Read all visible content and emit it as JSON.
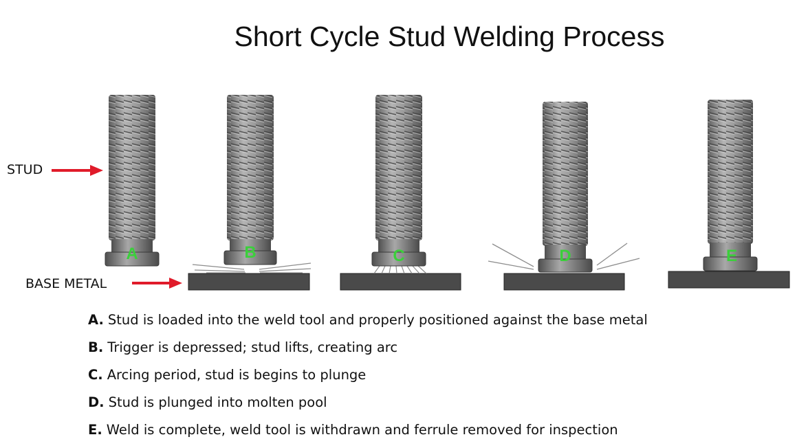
{
  "title": "Short Cycle Stud Welding Process",
  "labels": {
    "stud": "STUD",
    "base_metal": "BASE METAL"
  },
  "colors": {
    "arrow": "#e01b2a",
    "letter": "#3bcf3b",
    "stud": "#8a8a8a",
    "plate": "#4a4a4a"
  },
  "stages": [
    {
      "letter": "A",
      "state": "positioned"
    },
    {
      "letter": "B",
      "state": "lifted, arc"
    },
    {
      "letter": "C",
      "state": "arcing, plunging"
    },
    {
      "letter": "D",
      "state": "plunged"
    },
    {
      "letter": "E",
      "state": "complete"
    }
  ],
  "steps": [
    {
      "letter": "A.",
      "text": "Stud is loaded into the weld tool and properly positioned against the base metal"
    },
    {
      "letter": "B.",
      "text": "Trigger is depressed; stud lifts, creating arc"
    },
    {
      "letter": "C.",
      "text": "Arcing period, stud is begins to plunge"
    },
    {
      "letter": "D.",
      "text": "Stud is plunged into molten pool"
    },
    {
      "letter": "E.",
      "text": "Weld is complete, weld tool is withdrawn and ferrule removed for inspection"
    }
  ]
}
